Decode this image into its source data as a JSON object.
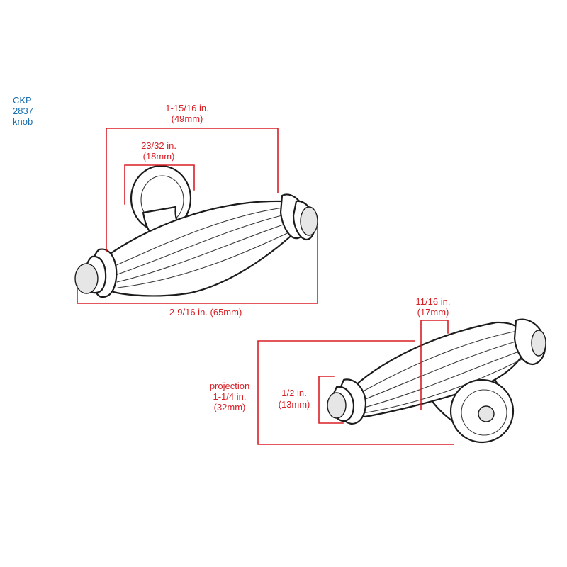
{
  "colors": {
    "title": "#1a6fae",
    "dimension": "#d81f26",
    "outline": "#1c1c1c"
  },
  "title": {
    "line1": "CKP",
    "line2": "2837",
    "line3": "knob"
  },
  "top_view": {
    "overall_width": {
      "line1": "1-15/16 in.",
      "line2": "(49mm)"
    },
    "base_width": {
      "line1": "23/32 in.",
      "line2": "(18mm)"
    },
    "total_length": {
      "line1": "2-9/16 in. (65mm)"
    }
  },
  "side_view": {
    "center_width": {
      "line1": "11/16 in.",
      "line2": "(17mm)"
    },
    "projection": {
      "line1": "projection",
      "line2": "1-1/4 in.",
      "line3": "(32mm)"
    },
    "end_height": {
      "line1": "1/2 in.",
      "line2": "(13mm)"
    }
  }
}
